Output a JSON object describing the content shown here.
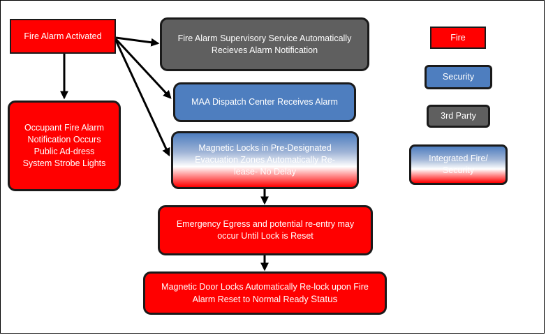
{
  "colors": {
    "fire": "#ff0000",
    "security": "#4e7ebf",
    "third_party": "#5f5f5f",
    "border": "#1a1a1a"
  },
  "flow": {
    "fire_alarm_activated": "Fire Alarm Activated",
    "supervisory_service": "Fire Alarm Supervisory Service Automatically Recieves Alarm Notification",
    "maa_dispatch": "MAA Dispatch Center Receives Alarm",
    "occupant_notification": "Occupant Fire Alarm Notification Occurs Public Ad-dress System Strobe Lights",
    "magnetic_locks_release": "Magnetic Locks in Pre-Designated Evacuation Zones Automatically Re-lease- No Delay",
    "emergency_egress": "Emergency Egress and potential re-entry may occur Until Lock is Reset",
    "relock_main": "Magnetic Door Locks Automatically Re-lock upon Fire Alarm Reset to Normal Ready ",
    "relock_status": "Status"
  },
  "legend": {
    "fire": "Fire",
    "security": "Security",
    "third_party": "3rd Party",
    "integrated": "Integrated Fire/ Security"
  }
}
